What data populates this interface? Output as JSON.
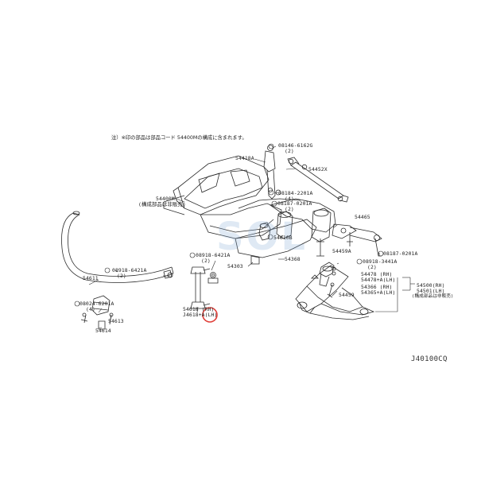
{
  "diagram": {
    "note": "注）※印の部品は部品コード 54400Mの構成に含まれます。",
    "figure_id": "J40100CQ",
    "watermark_text": "SOL",
    "highlight_color": "#e0403a",
    "line_color": "#2b2b2b",
    "watermark_color": "#8cafd7",
    "labels": {
      "p_08146_6162g": "08146-6162G",
      "p_08146_6162g_q": "(2)",
      "p_54418a": "54418A",
      "p_54452x": "54452X",
      "p_08184_2201a": "08184-2201A",
      "p_08184_2201a_q": "(4)",
      "p_54400m": "54400M",
      "p_54400m_sub": "(構成部品は非販売)",
      "p_08187_0201a_1": "08187-0201A",
      "p_08187_0201a_1_q": "(2)",
      "p_54465": "54465",
      "p_54010b": "54010B",
      "p_54459a": "54459A",
      "p_08187_0201a_2": "08187-0201A",
      "p_54368": "54368",
      "p_08918_6421a_top": "08918-6421A",
      "p_08918_6421a_top_q": "(2)",
      "p_54303": "54303",
      "p_08918_3441a": "08918-3441A",
      "p_08918_3441a_q": "(2)",
      "p_54478_rh": "54478     (RH)",
      "p_54478_lh": "54478+A(LH)",
      "p_54366_rh": "54366     (RH)",
      "p_54365_lh": "54365+A(LH)",
      "p_54500_rh": "54500(RH)",
      "p_54501_lh": "54501(LH)",
      "p_54501_sub": "(構成部品は非販売)",
      "p_54459": "54459",
      "p_54611": "54611",
      "p_08918_6421a_left": "08918-6421A",
      "p_08918_6421a_left_q": "(2)",
      "p_08024_6201a": "08024-6201A",
      "p_08024_6201a_q": "(4)",
      "p_54613": "54613",
      "p_54614": "54614",
      "p_54618_rh": "54618    (RH)",
      "p_54618_lh": "J4618+A(LH)"
    }
  }
}
